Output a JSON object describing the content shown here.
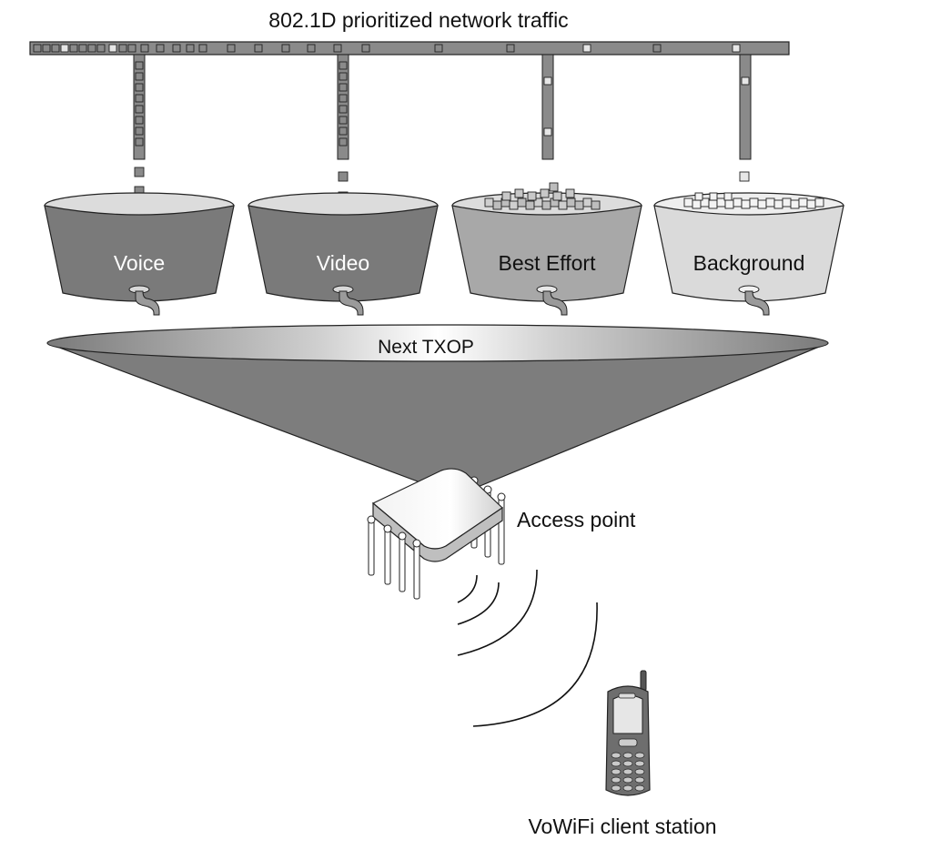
{
  "title": "802.1D prioritized network traffic",
  "buckets": [
    {
      "label": "Voice",
      "fill": "#7a7a7a",
      "text_color": "#ffffff"
    },
    {
      "label": "Video",
      "fill": "#7a7a7a",
      "text_color": "#ffffff"
    },
    {
      "label": "Best Effort",
      "fill": "#a8a8a8",
      "text_color": "#111111"
    },
    {
      "label": "Background",
      "fill": "#dadada",
      "text_color": "#111111"
    }
  ],
  "funnel_label": "Next TXOP",
  "access_point_label": "Access point",
  "client_label": "VoWiFi client station",
  "colors": {
    "pipe": "#8a8a8a",
    "outline": "#222222",
    "funnel": "#7d7d7d",
    "packet_dark": "#8a8a8a",
    "packet_light": "#e6e6e6"
  }
}
